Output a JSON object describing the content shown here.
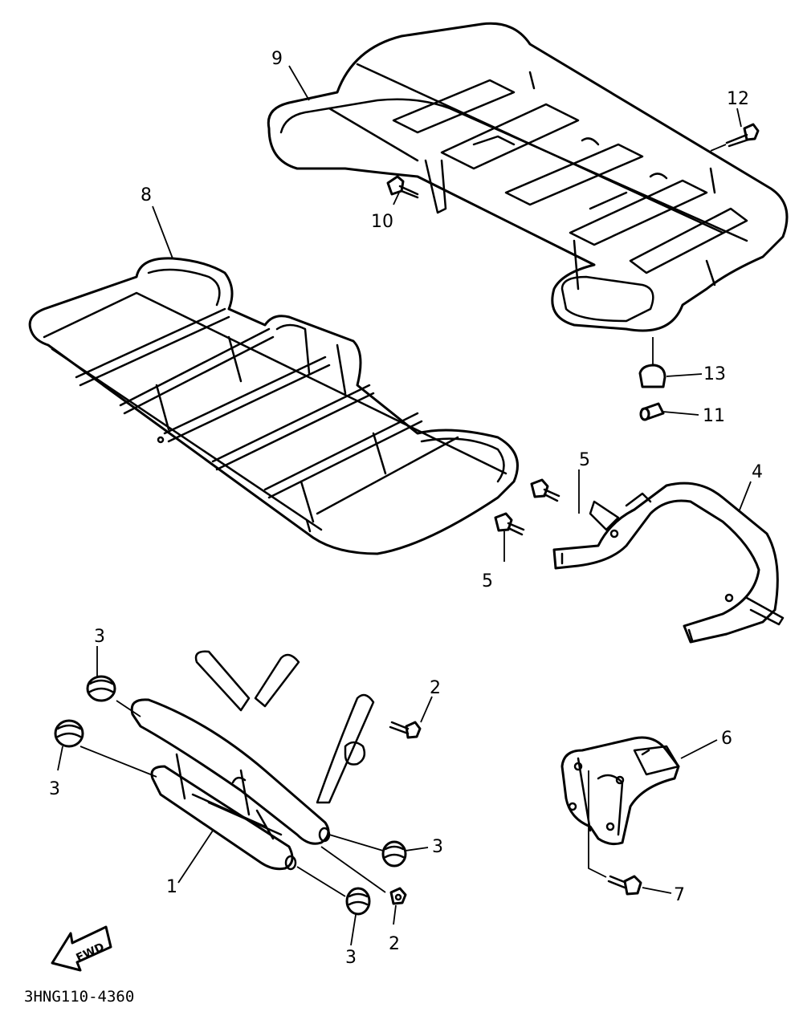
{
  "diagram": {
    "callouts": {
      "c1": "1",
      "c2a": "2",
      "c2b": "2",
      "c3a": "3",
      "c3b": "3",
      "c3c": "3",
      "c3d": "3",
      "c4": "4",
      "c5a": "5",
      "c5b": "5",
      "c6": "6",
      "c7": "7",
      "c8": "8",
      "c9": "9",
      "c10": "10",
      "c11": "11",
      "c12": "12",
      "c13": "13"
    },
    "fwd_label": "FWD",
    "drawing_code": "3HNG110-4360",
    "colors": {
      "line": "#000000",
      "background": "#ffffff"
    }
  }
}
